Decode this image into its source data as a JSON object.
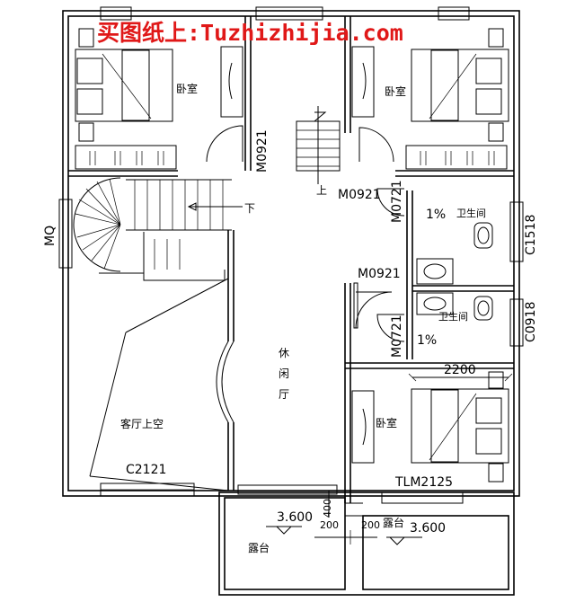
{
  "watermark": "买图纸上:Tuzhizhijia.com",
  "rooms": {
    "bedroom_nw": "卧室",
    "bedroom_ne": "卧室",
    "bedroom_se": "卧室",
    "bath_upper": "卫生间",
    "bath_lower": "卫生间",
    "living_void": "客厅上空",
    "lounge_1": "休",
    "lounge_2": "闲",
    "lounge_3": "厅",
    "balcony_left": "露台",
    "balcony_right": "露台"
  },
  "labels": {
    "door_m0921_a": "M0921",
    "door_m0921_b": "M0921",
    "door_m0921_c": "M0921",
    "door_m0721_a": "M0721",
    "door_m0721_b": "M0721",
    "window_c1518": "C1518",
    "window_c0918": "C0918",
    "window_c2121": "C2121",
    "door_tlm2125": "TLM2125",
    "stair_down": "下",
    "stair_up": "上",
    "mq": "MQ",
    "slope_a": "1%",
    "slope_b": "1%",
    "dim_2200": "2200",
    "dim_400": "400",
    "dim_200_a": "200",
    "dim_200_b": "200",
    "elev_left": "3.600",
    "elev_right": "3.600"
  }
}
